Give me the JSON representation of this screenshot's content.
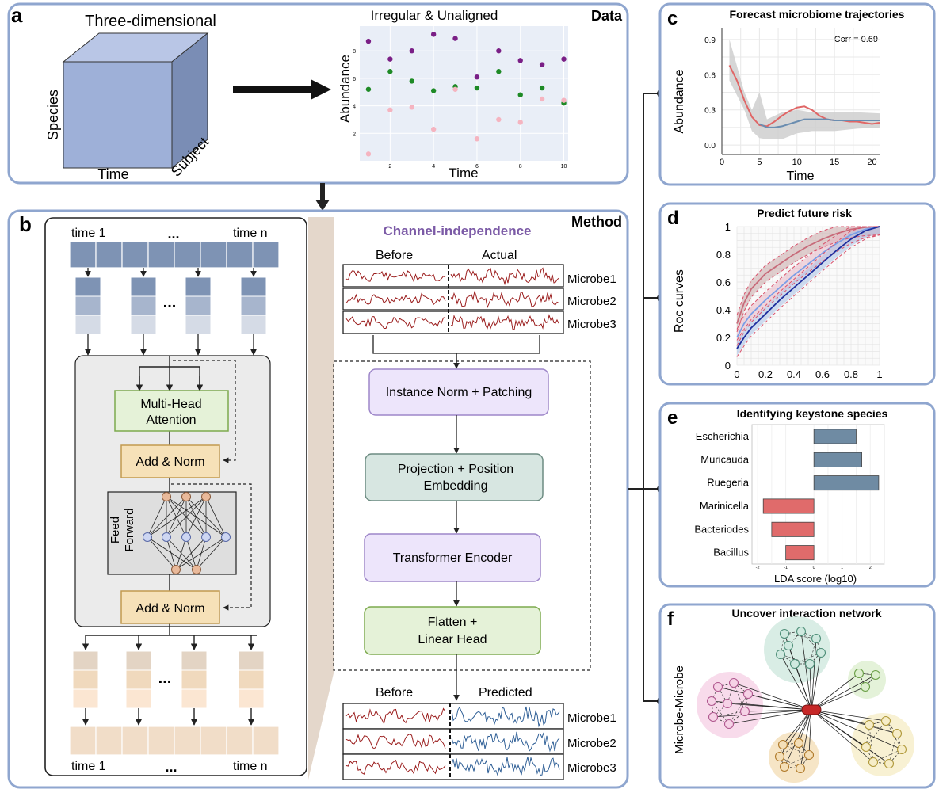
{
  "panel_a": {
    "letter": "a",
    "title": "Data",
    "cube_title": "Three-dimensional",
    "cube_axes": [
      "Species",
      "Time",
      "Subject"
    ],
    "scatter_title": "Irregular & Unaligned",
    "scatter_ylabel": "Abundance",
    "scatter_xlabel": "Time",
    "scatter_xticks": [
      "2",
      "4",
      "6",
      "8",
      "10"
    ],
    "scatter_yticks": [
      "2",
      "4",
      "6",
      "8"
    ]
  },
  "panel_b": {
    "letter": "b",
    "title": "Method",
    "time_first": "time 1",
    "time_last": "time n",
    "ellipsis": "...",
    "mha_label": [
      "Multi-Head",
      "Attention"
    ],
    "add_norm": "Add & Norm",
    "ff_label": [
      "Feed",
      "Forward"
    ],
    "channel_title": "Channel-independence",
    "before": "Before",
    "actual": "Actual",
    "predicted": "Predicted",
    "microbes": [
      "Microbe1",
      "Microbe2",
      "Microbe3"
    ],
    "steps": [
      [
        "Instance Norm + Patching"
      ],
      [
        "Projection + Position",
        "Embedding"
      ],
      [
        "Transformer Encoder"
      ],
      [
        "Flatten +",
        "Linear Head"
      ]
    ]
  },
  "panel_c": {
    "letter": "c",
    "title": "Forecast microbiome trajectories",
    "annotation": "Corr = 0.69",
    "ylabel": "Abundance",
    "xlabel": "Time",
    "xticks": [
      "0",
      "5",
      "10",
      "15",
      "20"
    ],
    "yticks": [
      "0.0",
      "0.3",
      "0.6",
      "0.9"
    ]
  },
  "panel_d": {
    "letter": "d",
    "title": "Predict future risk",
    "ylabel": "Roc curves",
    "ticks": [
      "0",
      "0.2",
      "0.4",
      "0.6",
      "0.8",
      "1"
    ]
  },
  "panel_e": {
    "letter": "e",
    "title": "Identifying keystone species",
    "xlabel": "LDA score (log10)",
    "xticks": [
      "-2",
      "-1",
      "0",
      "1",
      "2"
    ]
  },
  "panel_f": {
    "letter": "f",
    "title": "Uncover interaction network",
    "ylabel": "Microbe-Microbe"
  },
  "colors": {
    "panel_border": "#8fa6cf",
    "cube_front": "#9eb0d8",
    "purple_title": "#7b5aa6",
    "series_red": "#e06666",
    "series_blue": "#6a8db0",
    "bar_pos": "#6f8ba3",
    "bar_neg": "#e06b6b"
  },
  "chart_data": [
    {
      "type": "scatter",
      "title": "Irregular & Unaligned",
      "xlabel": "Time",
      "ylabel": "Abundance",
      "xlim": [
        0.6,
        10.2
      ],
      "ylim": [
        0,
        9.8
      ],
      "series": [
        {
          "x": [
            1,
            2,
            3,
            4,
            5,
            6,
            7,
            8,
            9,
            10
          ],
          "y": [
            8.7,
            7.4,
            8.0,
            9.2,
            8.9,
            6.1,
            8.0,
            7.3,
            7.0,
            7.4
          ]
        },
        {
          "x": [
            1,
            2,
            3,
            4,
            5,
            6,
            7,
            8,
            9,
            10
          ],
          "y": [
            5.2,
            6.5,
            5.8,
            5.1,
            5.4,
            5.3,
            6.5,
            4.8,
            5.3,
            4.2
          ]
        },
        {
          "x": [
            1,
            2,
            3,
            4,
            5,
            6,
            7,
            8,
            9,
            10
          ],
          "y": [
            0.5,
            3.7,
            3.9,
            2.3,
            5.2,
            1.6,
            3.0,
            2.8,
            4.5,
            4.4
          ]
        }
      ]
    },
    {
      "type": "line",
      "title": "Forecast microbiome trajectories",
      "xlabel": "Time",
      "ylabel": "Abundance",
      "xlim": [
        0,
        21
      ],
      "ylim": [
        -0.08,
        1.0
      ],
      "series": [
        {
          "x": [
            1,
            2,
            3,
            4,
            5,
            6,
            7,
            8,
            9,
            10,
            11,
            12,
            13,
            14,
            15,
            16,
            17,
            18,
            19,
            20,
            21
          ],
          "y": [
            0.68,
            0.55,
            0.38,
            0.24,
            0.17,
            0.16,
            0.2,
            0.25,
            0.29,
            0.32,
            0.33,
            0.3,
            0.25,
            0.22,
            0.21,
            0.21,
            0.2,
            0.2,
            0.19,
            0.18,
            0.19
          ]
        },
        {
          "x": [
            5,
            6,
            7,
            8,
            9,
            10,
            11,
            12,
            13,
            14,
            15,
            16,
            17,
            18,
            19,
            20,
            21
          ],
          "y": [
            0.18,
            0.15,
            0.15,
            0.16,
            0.18,
            0.2,
            0.22,
            0.22,
            0.22,
            0.22,
            0.21,
            0.21,
            0.21,
            0.21,
            0.21,
            0.21,
            0.21
          ]
        }
      ]
    },
    {
      "type": "line",
      "title": "Predict future risk",
      "ylabel": "Roc curves",
      "xlim": [
        0,
        1
      ],
      "ylim": [
        0,
        1
      ],
      "series": [
        {
          "x": [
            0,
            0.05,
            0.1,
            0.2,
            0.3,
            0.4,
            0.5,
            0.6,
            0.7,
            0.8,
            0.9,
            1
          ],
          "y": [
            0.3,
            0.45,
            0.55,
            0.66,
            0.73,
            0.8,
            0.86,
            0.91,
            0.95,
            0.98,
            0.995,
            1
          ]
        },
        {
          "x": [
            0,
            0.05,
            0.1,
            0.2,
            0.3,
            0.4,
            0.5,
            0.6,
            0.7,
            0.8,
            0.9,
            1
          ],
          "y": [
            0.2,
            0.3,
            0.37,
            0.47,
            0.56,
            0.65,
            0.73,
            0.81,
            0.88,
            0.94,
            0.98,
            1
          ]
        },
        {
          "x": [
            0,
            0.05,
            0.1,
            0.2,
            0.3,
            0.4,
            0.5,
            0.6,
            0.7,
            0.8,
            0.9,
            1
          ],
          "y": [
            0.12,
            0.2,
            0.27,
            0.37,
            0.47,
            0.56,
            0.65,
            0.74,
            0.83,
            0.91,
            0.97,
            1
          ]
        }
      ]
    },
    {
      "type": "bar",
      "title": "Identifying keystone species",
      "xlabel": "LDA score (log10)",
      "categories": [
        "Escherichia",
        "Muricauda",
        "Ruegeria",
        "Marinicella",
        "Bacteriodes",
        "Bacillus"
      ],
      "values": [
        1.5,
        1.7,
        2.3,
        -1.8,
        -1.5,
        -1.0
      ],
      "xlim": [
        -2.2,
        2.5
      ]
    }
  ]
}
